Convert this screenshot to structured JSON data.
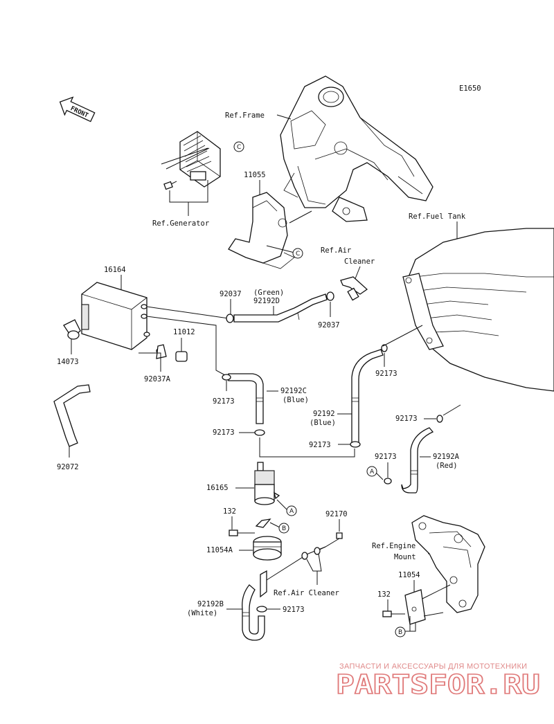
{
  "diagram_code": "E1650",
  "front_label": "FRONT",
  "refs": {
    "frame": "Ref.Frame",
    "generator": "Ref.Generator",
    "air_cleaner_1": "Ref.Air",
    "air_cleaner_2": "Cleaner",
    "fuel_tank": "Ref.Fuel Tank",
    "engine_mount_1": "Ref.Engine",
    "engine_mount_2": "Mount",
    "air_cleaner_bottom": "Ref.Air Cleaner"
  },
  "parts": {
    "p11055": "11055",
    "p16164": "16164",
    "p92037_top": "92037",
    "p92192D_color": "(Green)",
    "p92192D": "92192D",
    "p92037_right": "92037",
    "p11012": "11012",
    "p14073": "14073",
    "p92037A": "92037A",
    "p92173_a": "92173",
    "p92192C": "92192C",
    "p92192C_color": "(Blue)",
    "p92173_b": "92173",
    "p92173_c": "92173",
    "p92192": "92192",
    "p92192_color": "(Blue)",
    "p92173_d": "92173",
    "p92173_e": "92173",
    "p92173_f": "92173",
    "p92192A": "92192A",
    "p92192A_color": "(Red)",
    "p92072": "92072",
    "p16165": "16165",
    "p132_a": "132",
    "p11054A": "11054A",
    "p92170": "92170",
    "p92192B": "92192B",
    "p92192B_color": "(White)",
    "p92173_g": "92173",
    "p11054": "11054",
    "p132_b": "132"
  },
  "callouts": {
    "c1": "C",
    "c2": "C",
    "a1": "A",
    "a2": "A",
    "b1": "B",
    "b2": "B"
  },
  "watermark": {
    "line1": "ЗАПЧАСТИ И АКСЕССУАРЫ ДЛЯ МОТОТЕХНИКИ",
    "line2": "PARTSFOR.RU"
  }
}
